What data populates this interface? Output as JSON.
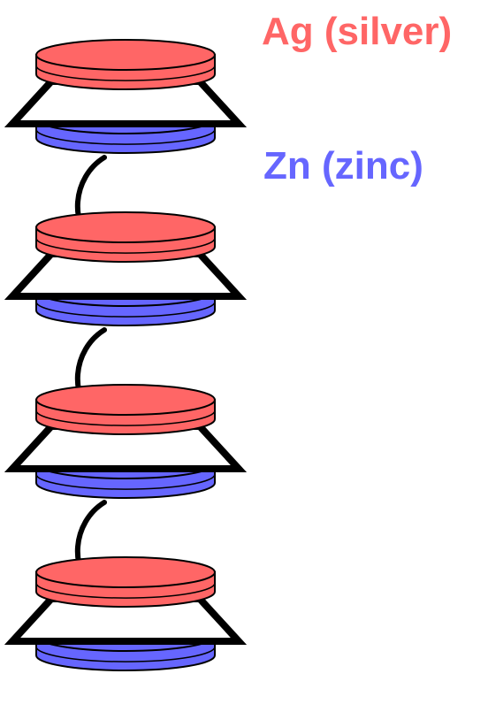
{
  "colors": {
    "silver": "#ff6666",
    "zinc": "#6666ff",
    "stroke": "#000000",
    "background": "#ffffff"
  },
  "labels": {
    "silver": "Ag (silver)",
    "zinc": "Zn (zinc)"
  },
  "cells": [
    {
      "top_metal": "Ag",
      "bottom_metal": "Zn"
    },
    {
      "top_metal": "Ag",
      "bottom_metal": "Zn"
    },
    {
      "top_metal": "Ag",
      "bottom_metal": "Zn"
    },
    {
      "top_metal": "Ag",
      "bottom_metal": "Zn"
    }
  ]
}
